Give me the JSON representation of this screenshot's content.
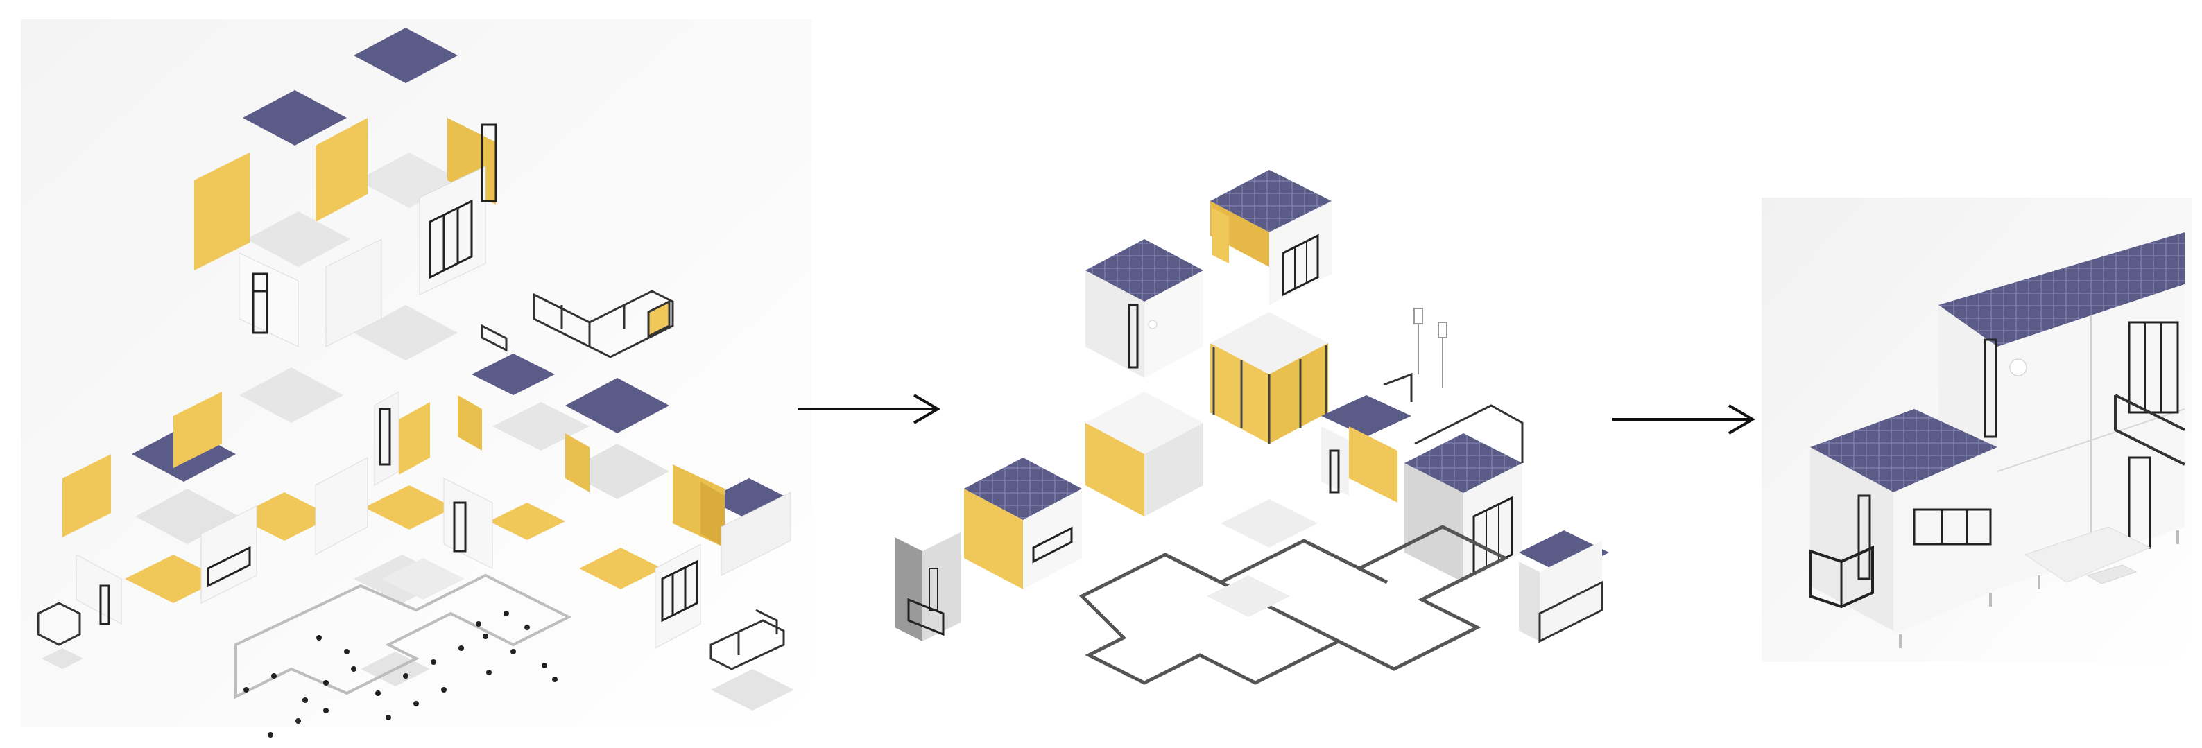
{
  "stages": [
    {
      "id": "exploded-components"
    },
    {
      "id": "assembled-modules"
    },
    {
      "id": "finished-building"
    }
  ],
  "colors": {
    "panel_purple": "#5b5b88",
    "panel_purple_light": "#6e6e9c",
    "wood": "#f0c85a",
    "wood_dark": "#d9ac3c",
    "white": "#f7f7f7",
    "light_gray": "#e6e6e6",
    "mid_gray": "#cfcfcf",
    "dark_gray": "#8a8a8a",
    "frame": "#333333",
    "arrow": "#111111",
    "backdrop": "#eeeeee"
  },
  "arrows": [
    {
      "id": "arrow-1",
      "from": "exploded-components",
      "to": "assembled-modules"
    },
    {
      "id": "arrow-2",
      "from": "assembled-modules",
      "to": "finished-building"
    }
  ]
}
